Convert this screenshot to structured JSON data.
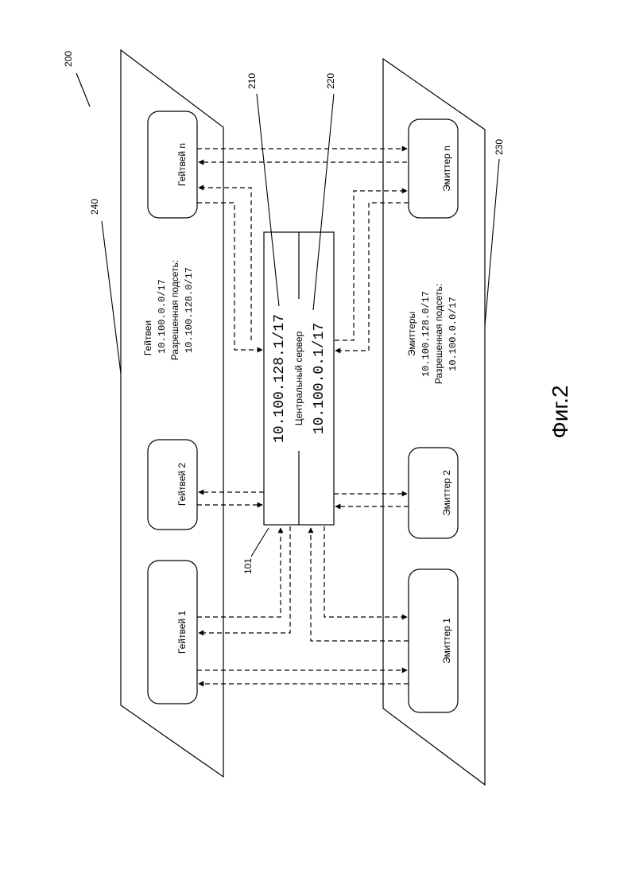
{
  "refs": {
    "figure": "200",
    "server": "101",
    "interface_upper": "210",
    "interface_lower": "220",
    "emitter_plane": "230",
    "gateway_plane": "240"
  },
  "server": {
    "title": "Центральный сервер",
    "ip_upper": "10.100.128.1/17",
    "ip_lower": "10.100.0.1/17"
  },
  "gateway_plane": {
    "title": "Гейтвеи",
    "subnet": "10.100.0.0/17",
    "allowed_label": "Разрешенная подсеть:",
    "allowed_subnet": "10.100.128.0/17"
  },
  "emitter_plane": {
    "title": "Эмиттеры",
    "subnet": "10.100.128.0/17",
    "allowed_label": "Разрешенная подсеть:",
    "allowed_subnet": "10.100.0.0/17"
  },
  "gateways": [
    "Гейтвей n",
    "Гейтвей 2",
    "Гейтвей 1"
  ],
  "emitters": [
    "Эмиттер n",
    "Эмиттер 2",
    "Эмиттер 1"
  ],
  "caption": "Фиг.2"
}
